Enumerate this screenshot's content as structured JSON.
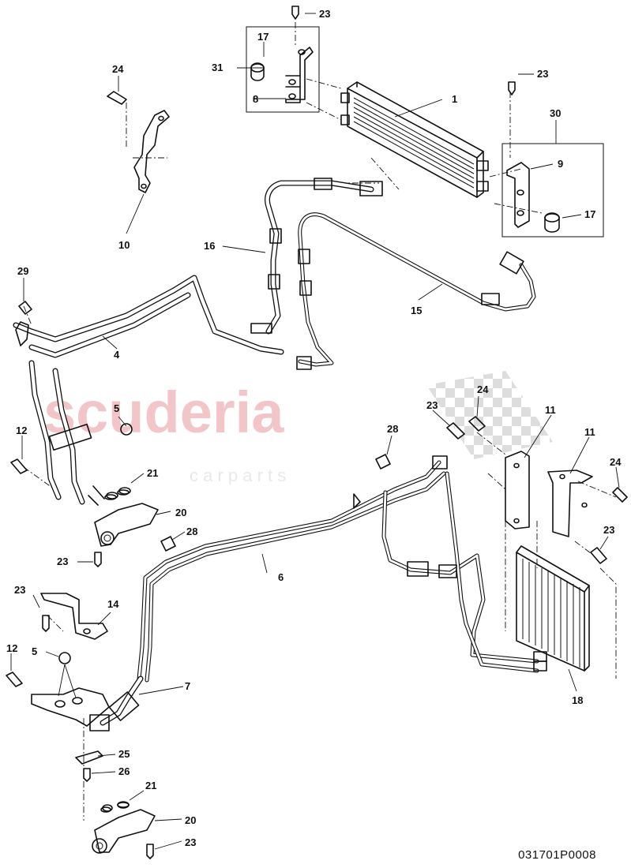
{
  "watermark": {
    "brand": "scuderia",
    "sub": "c a r   p a r t s"
  },
  "diagram_id": "031701P0008",
  "callouts": [
    {
      "id": "c1",
      "text": "1"
    },
    {
      "id": "c4",
      "text": "4"
    },
    {
      "id": "c5a",
      "text": "5"
    },
    {
      "id": "c5b",
      "text": "5"
    },
    {
      "id": "c6",
      "text": "6"
    },
    {
      "id": "c7",
      "text": "7"
    },
    {
      "id": "c8",
      "text": "8"
    },
    {
      "id": "c9",
      "text": "9"
    },
    {
      "id": "c10",
      "text": "10"
    },
    {
      "id": "c11a",
      "text": "11"
    },
    {
      "id": "c11b",
      "text": "11"
    },
    {
      "id": "c12a",
      "text": "12"
    },
    {
      "id": "c12b",
      "text": "12"
    },
    {
      "id": "c14",
      "text": "14"
    },
    {
      "id": "c15",
      "text": "15"
    },
    {
      "id": "c16",
      "text": "16"
    },
    {
      "id": "c17a",
      "text": "17"
    },
    {
      "id": "c17b",
      "text": "17"
    },
    {
      "id": "c18",
      "text": "18"
    },
    {
      "id": "c20a",
      "text": "20"
    },
    {
      "id": "c20b",
      "text": "20"
    },
    {
      "id": "c21a",
      "text": "21"
    },
    {
      "id": "c21b",
      "text": "21"
    },
    {
      "id": "c23a",
      "text": "23"
    },
    {
      "id": "c23b",
      "text": "23"
    },
    {
      "id": "c23c",
      "text": "23"
    },
    {
      "id": "c23d",
      "text": "23"
    },
    {
      "id": "c23e",
      "text": "23"
    },
    {
      "id": "c23f",
      "text": "23"
    },
    {
      "id": "c23g",
      "text": "23"
    },
    {
      "id": "c24a",
      "text": "24"
    },
    {
      "id": "c24b",
      "text": "24"
    },
    {
      "id": "c24c",
      "text": "24"
    },
    {
      "id": "c25",
      "text": "25"
    },
    {
      "id": "c26",
      "text": "26"
    },
    {
      "id": "c28a",
      "text": "28"
    },
    {
      "id": "c28b",
      "text": "28"
    },
    {
      "id": "c29",
      "text": "29"
    },
    {
      "id": "c30",
      "text": "30"
    },
    {
      "id": "c31",
      "text": "31"
    }
  ]
}
